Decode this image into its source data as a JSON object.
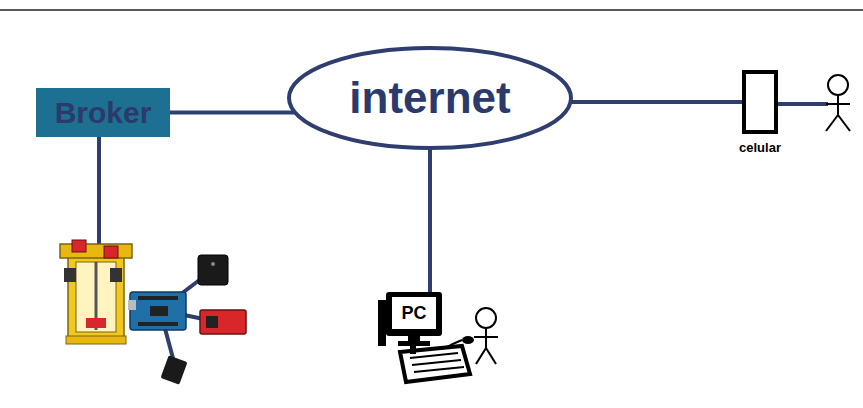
{
  "diagram": {
    "nodes": [
      {
        "text": [
          "Broker"
        ]
      },
      {
        "text": [
          "internet"
        ]
      },
      {
        "text": [
          "celular"
        ]
      },
      {
        "text": [
          "PC"
        ]
      }
    ],
    "edges": [
      {
        "from": 0,
        "to": 1,
        "arrow": "none"
      },
      {
        "from": 1,
        "to": 2,
        "arrow": "none"
      },
      {
        "from": 1,
        "to": 3,
        "arrow": "none"
      }
    ]
  }
}
